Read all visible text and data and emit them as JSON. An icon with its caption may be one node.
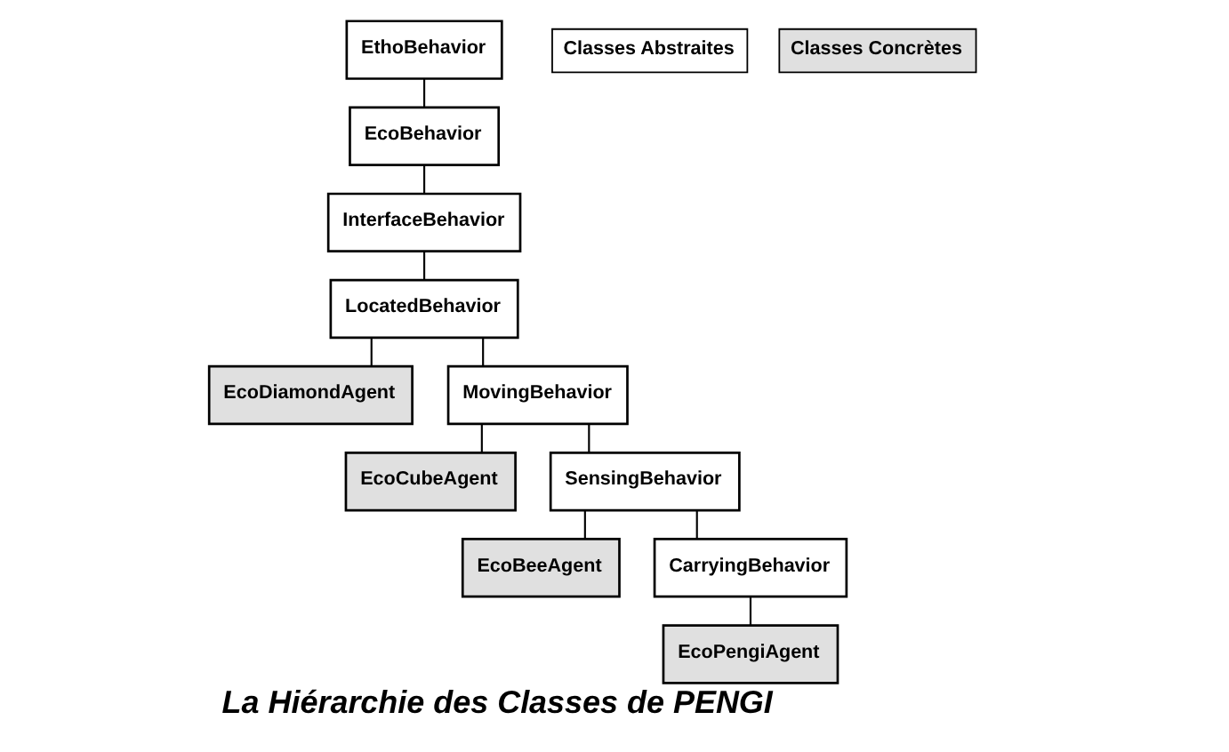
{
  "diagram": {
    "title": "La Hiérarchie des Classes de PENGI",
    "nodes": [
      {
        "text": [
          "EthoBehavior"
        ]
      },
      {
        "text": [
          "EcoBehavior"
        ]
      },
      {
        "text": [
          "InterfaceBehavior"
        ]
      },
      {
        "text": [
          "LocatedBehavior"
        ]
      },
      {
        "text": [
          "EcoDiamondAgent"
        ]
      },
      {
        "text": [
          "MovingBehavior"
        ]
      },
      {
        "text": [
          "EcoCubeAgent"
        ]
      },
      {
        "text": [
          "SensingBehavior"
        ]
      },
      {
        "text": [
          "EcoBeeAgent"
        ]
      },
      {
        "text": [
          "CarryingBehavior"
        ]
      },
      {
        "text": [
          "EcoPengiAgent"
        ]
      }
    ],
    "edges": [
      {
        "from": 0,
        "to": 1,
        "arrow": "none"
      },
      {
        "from": 1,
        "to": 2,
        "arrow": "none"
      },
      {
        "from": 2,
        "to": 3,
        "arrow": "none"
      },
      {
        "from": 3,
        "to": 4,
        "arrow": "none"
      },
      {
        "from": 3,
        "to": 5,
        "arrow": "none"
      },
      {
        "from": 5,
        "to": 6,
        "arrow": "none"
      },
      {
        "from": 5,
        "to": 7,
        "arrow": "none"
      },
      {
        "from": 7,
        "to": 8,
        "arrow": "none"
      },
      {
        "from": 7,
        "to": 9,
        "arrow": "none"
      },
      {
        "from": 9,
        "to": 10,
        "arrow": "none"
      }
    ],
    "legend": [
      {
        "text": "Classes Abstraites",
        "color": "#ffffff"
      },
      {
        "text": "Classes Concrètes",
        "color": "#e0e0e0"
      }
    ]
  }
}
